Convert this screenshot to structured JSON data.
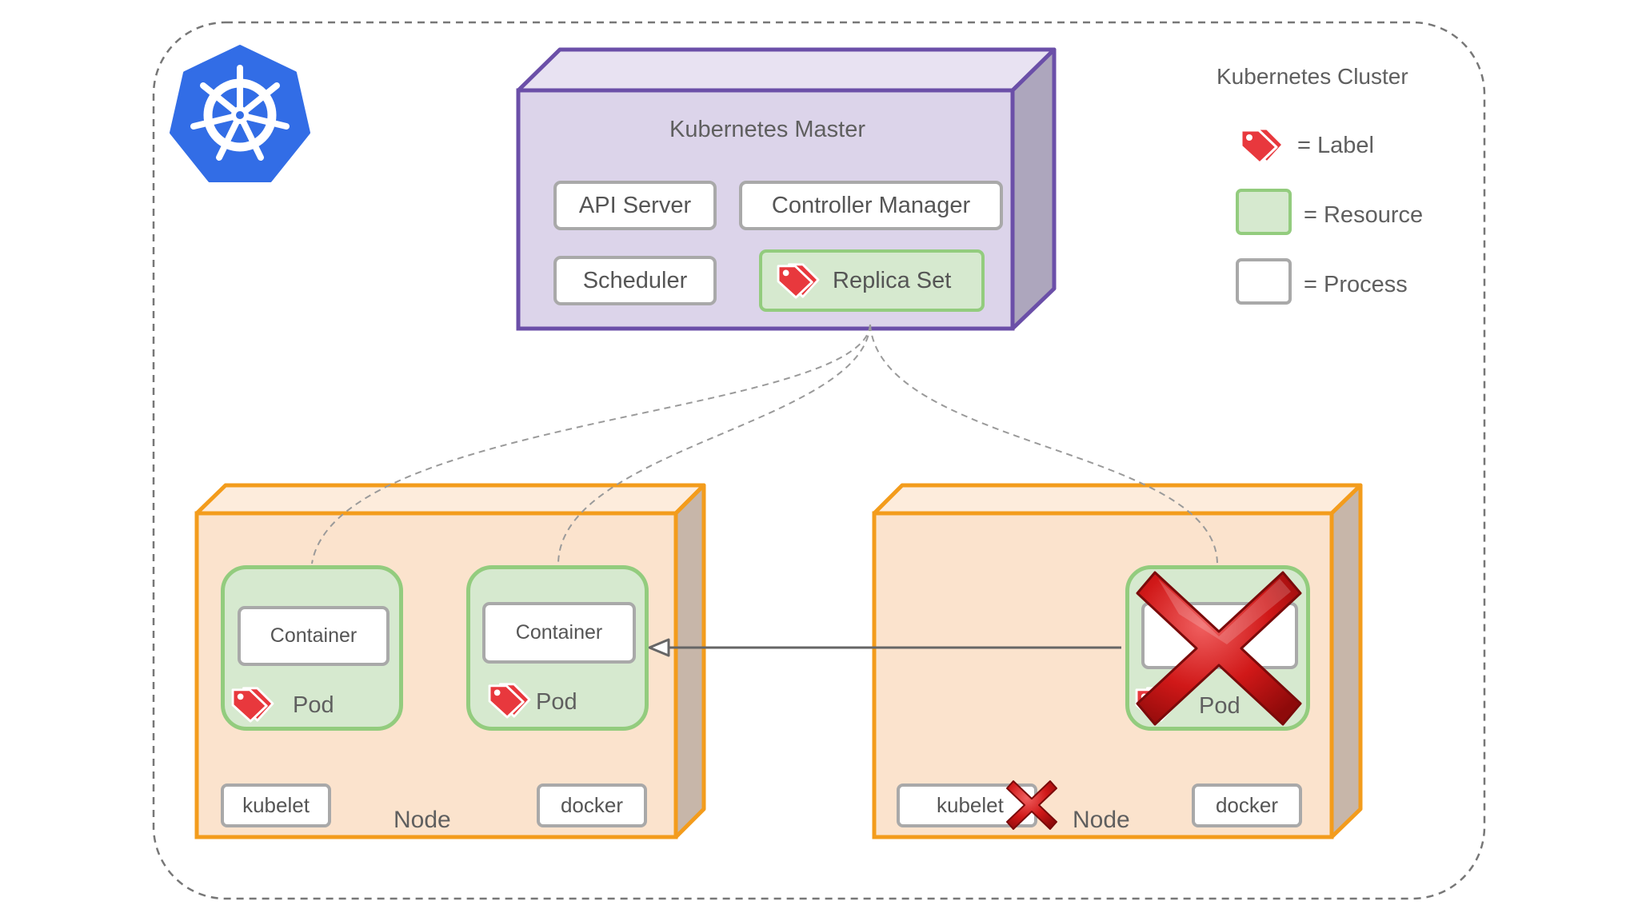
{
  "cluster": {
    "title": "Kubernetes Cluster"
  },
  "legend": {
    "label_text": "= Label",
    "resource_text": "= Resource",
    "process_text": "= Process"
  },
  "master": {
    "title": "Kubernetes Master",
    "api_server": "API Server",
    "controller_manager": "Controller Manager",
    "scheduler": "Scheduler",
    "replica_set": "Replica Set"
  },
  "node_left": {
    "title": "Node",
    "pods": [
      {
        "container": "Container",
        "label": "Pod"
      },
      {
        "container": "Container",
        "label": "Pod"
      }
    ],
    "kubelet": "kubelet",
    "docker": "docker"
  },
  "node_right": {
    "title": "Node",
    "pod": {
      "label": "Pod"
    },
    "kubelet": "kubelet",
    "docker": "docker"
  },
  "colors": {
    "master_fill": "#dcd4ea",
    "master_border": "#6b4fa8",
    "node_fill": "#fbe3cd",
    "node_border": "#f39c1c",
    "resource_fill": "#d6e9cf",
    "resource_border": "#93cc7e",
    "process_border": "#a9a9a9",
    "label_red": "#e8383d",
    "k8s_blue": "#326de6",
    "failure_red": "#c8101a"
  }
}
